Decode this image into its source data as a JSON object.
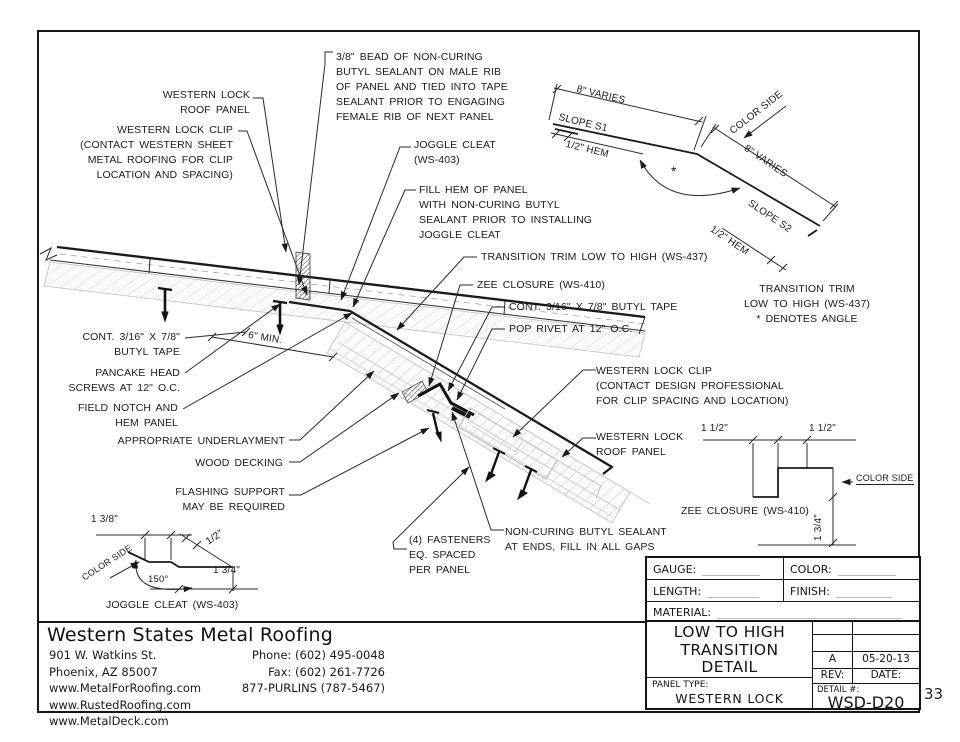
{
  "sheet": {
    "page_number": "33"
  },
  "colors": {
    "ink": "#1a1a1a",
    "hatch_light": "#c9c9c9",
    "underscore": "#bdbdbd"
  },
  "callouts": {
    "roof_panel_top": "WESTERN LOCK\nROOF PANEL",
    "clip_top": "WESTERN LOCK CLIP\n(CONTACT WESTERN SHEET\nMETAL ROOFING FOR CLIP\nLOCATION AND SPACING)",
    "bead": "3/8\" BEAD OF NON-CURING\nBUTYL SEALANT ON MALE RIB\nOF PANEL AND TIED INTO TAPE\nSEALANT PRIOR TO ENGAGING\nFEMALE RIB OF NEXT PANEL",
    "joggle_cleat": "JOGGLE CLEAT\n(WS-403)",
    "fill_hem": "FILL HEM OF PANEL\nWITH NON-CURING BUTYL\nSEALANT PRIOR TO INSTALLING\nJOGGLE CLEAT",
    "transition_trim": "TRANSITION TRIM LOW TO HIGH (WS-437)",
    "zee_closure": "ZEE CLOSURE (WS-410)",
    "butyl_tape_right": "CONT. 3/16\" X 7/8\" BUTYL TAPE",
    "pop_rivet": "POP RIVET AT 12\" O.C.",
    "butyl_tape_left": "CONT. 3/16\" X 7/8\"\nBUTYL TAPE",
    "pancake_screws": "PANCAKE HEAD\nSCREWS AT 12\" O.C.",
    "field_notch": "FIELD NOTCH AND\nHEM PANEL",
    "underlayment": "APPROPRIATE UNDERLAYMENT",
    "wood_decking": "WOOD DECKING",
    "flashing_support": "FLASHING SUPPORT\nMAY BE REQUIRED",
    "fasteners": "(4) FASTENERS\nEQ. SPACED\nPER PANEL",
    "sealant_ends": "NON-CURING BUTYL SEALANT\nAT ENDS, FILL IN ALL GAPS",
    "clip_right": "WESTERN LOCK CLIP\n(CONTACT DESIGN PROFESSIONAL\nFOR CLIP SPACING AND LOCATION)",
    "roof_panel_right": "WESTERN LOCK\nROOF PANEL",
    "six_min": "6\" MIN."
  },
  "trim_profile": {
    "dim_upper": "8\" VARIES",
    "slope_s1": "SLOPE S1",
    "hem_upper": "1/2\" HEM",
    "color_side": "COLOR SIDE",
    "dim_lower": "8\" VARIES",
    "slope_s2": "SLOPE S2",
    "hem_lower": "1/2\" HEM",
    "angle_mark": "*",
    "caption": "TRANSITION TRIM\nLOW TO HIGH (WS-437)\n* DENOTES ANGLE"
  },
  "zee_profile": {
    "dim_left": "1 1/2\"",
    "dim_right": "1 1/2\"",
    "color_side": "COLOR SIDE",
    "dim_height": "1 3/4\"",
    "caption": "ZEE CLOSURE (WS-410)"
  },
  "joggle_profile": {
    "dim_top": "1 3/8\"",
    "dim_hem": "1/2\"",
    "dim_bottom": "1 3/4\"",
    "angle": "150°",
    "color_side": "COLOR SIDE",
    "caption": "JOGGLE CLEAT (WS-403)"
  },
  "company": {
    "name": "Western States Metal Roofing",
    "address1": "901 W. Watkins St.",
    "address2": "Phoenix, AZ 85007",
    "web1": "www.MetalForRoofing.com",
    "web2": "www.RustedRoofing.com",
    "web3": "www.MetalDeck.com",
    "phone": "Phone: (602) 495-0048",
    "fax": "Fax: (602) 261-7726",
    "purlins": "877-PURLINS (787-5467)"
  },
  "title_block": {
    "gauge_label": "GAUGE:",
    "color_label": "COLOR:",
    "length_label": "LENGTH:",
    "finish_label": "FINISH:",
    "material_label": "MATERIAL:",
    "title": "LOW TO HIGH\nTRANSITION\nDETAIL",
    "rev_value": "A",
    "date_value": "05-20-13",
    "rev_label": "REV:",
    "date_label": "DATE:",
    "panel_type_label": "PANEL TYPE:",
    "panel_type_value": "WESTERN LOCK",
    "detail_label": "DETAIL #:",
    "detail_value": "WSD-D20"
  }
}
